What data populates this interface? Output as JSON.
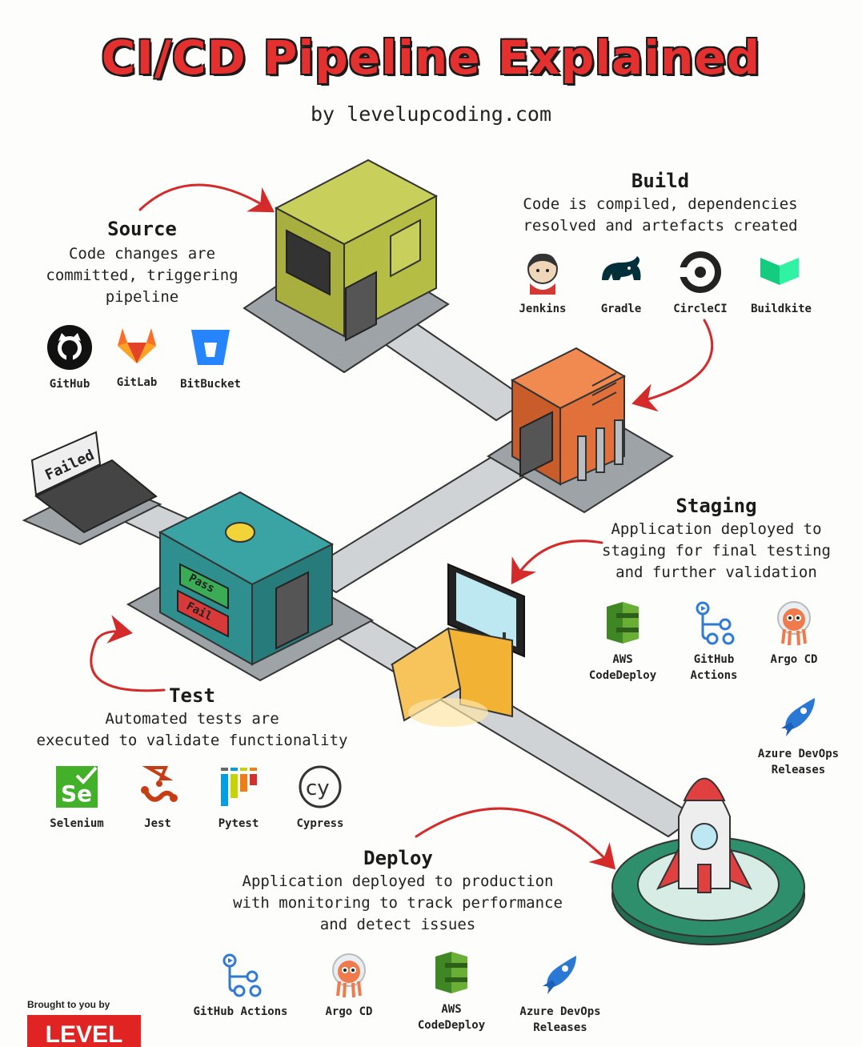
{
  "header": {
    "title": "CI/CD Pipeline Explained",
    "subtitle": "by levelupcoding.com"
  },
  "stages": {
    "source": {
      "title": "Source",
      "desc": [
        "Code changes are",
        "committed, triggering",
        "pipeline"
      ],
      "tools": [
        "GitHub",
        "GitLab",
        "BitBucket"
      ]
    },
    "build": {
      "title": "Build",
      "desc": [
        "Code is compiled, dependencies",
        "resolved and artefacts created"
      ],
      "tools": [
        "Jenkins",
        "Gradle",
        "CircleCI",
        "Buildkite"
      ]
    },
    "staging": {
      "title": "Staging",
      "desc": [
        "Application deployed to",
        "staging for final testing",
        "and further validation"
      ],
      "tools": [
        "AWS CodeDeploy",
        "GitHub Actions",
        "Argo CD",
        "Azure DevOps Releases"
      ]
    },
    "test": {
      "title": "Test",
      "desc": [
        "Automated tests are",
        "executed to validate functionality"
      ],
      "tools": [
        "Selenium",
        "Jest",
        "Pytest",
        "Cypress"
      ]
    },
    "deploy": {
      "title": "Deploy",
      "desc": [
        "Application deployed to production",
        "with monitoring to track performance",
        "and detect issues"
      ],
      "tools": [
        "GitHub Actions",
        "Argo CD",
        "AWS CodeDeploy",
        "Azure DevOps Releases"
      ]
    }
  },
  "scene_labels": {
    "failed": "Failed",
    "pass": "Pass",
    "fail": "Fail"
  },
  "footer": {
    "brought_by": "Brought to you by",
    "brand": "LEVEL UP"
  },
  "colors": {
    "title_red": "#e53030",
    "arrow_red": "#d42a2a",
    "source_box": "#b5bd45",
    "build_box": "#e2703a",
    "test_box": "#2f8f8f",
    "staging_box": "#f2b233",
    "launch_pad": "#2e8f6c"
  }
}
